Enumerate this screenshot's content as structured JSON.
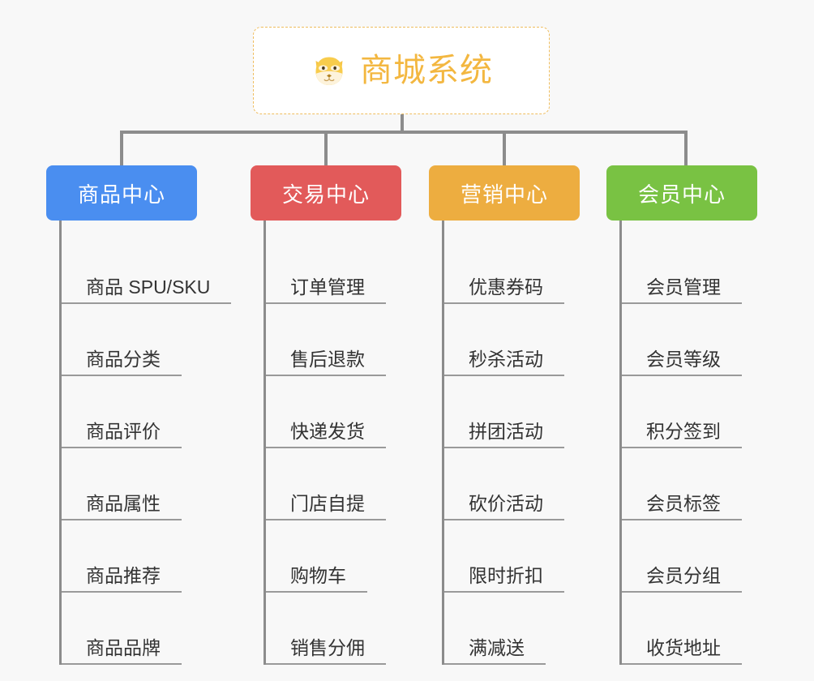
{
  "diagram": {
    "type": "mindmap",
    "title": "商城系统",
    "background_color": "#f8f8f8",
    "connector_color": "#8c8c8c"
  },
  "root": {
    "label": "商城系统",
    "icon": "dog-face-emoji",
    "icon_glyph": "🐶",
    "text_color": "#f3b740",
    "border_color": "#efbd5e",
    "background_color": "#ffffff"
  },
  "branches": [
    {
      "label": "商品中心",
      "color": "#4a8ef0",
      "text_color": "#ffffff",
      "items": [
        "商品 SPU/SKU",
        "商品分类",
        "商品评价",
        "商品属性",
        "商品推荐",
        "商品品牌"
      ]
    },
    {
      "label": "交易中心",
      "color": "#e25a5a",
      "text_color": "#ffffff",
      "items": [
        "订单管理",
        "售后退款",
        "快递发货",
        "门店自提",
        "购物车",
        "销售分佣"
      ]
    },
    {
      "label": "营销中心",
      "color": "#edad40",
      "text_color": "#ffffff",
      "items": [
        "优惠券码",
        "秒杀活动",
        "拼团活动",
        "砍价活动",
        "限时折扣",
        "满减送"
      ]
    },
    {
      "label": "会员中心",
      "color": "#79c243",
      "text_color": "#ffffff",
      "items": [
        "会员管理",
        "会员等级",
        "积分签到",
        "会员标签",
        "会员分组",
        "收货地址"
      ]
    }
  ]
}
